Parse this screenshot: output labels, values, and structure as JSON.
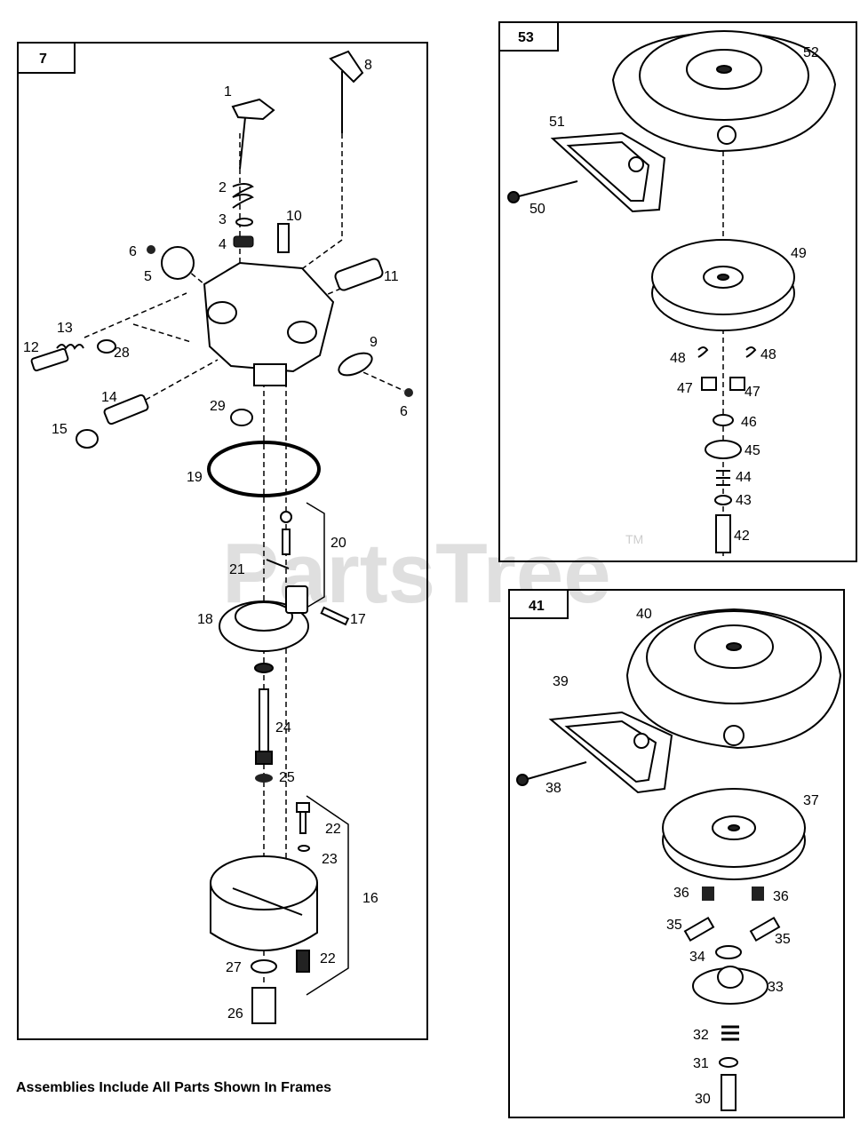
{
  "watermark": "PartsTree",
  "watermark_tm": "TM",
  "caption": "Assemblies Include All Parts Shown In Frames",
  "frames": {
    "carburetor": "7",
    "starter_upper": "53",
    "starter_lower": "41"
  },
  "callouts": {
    "c1": "1",
    "c2": "2",
    "c3": "3",
    "c4": "4",
    "c5": "5",
    "c6a": "6",
    "c6b": "6",
    "c8": "8",
    "c9": "9",
    "c10": "10",
    "c11": "11",
    "c12": "12",
    "c13": "13",
    "c14": "14",
    "c15": "15",
    "c16": "16",
    "c17": "17",
    "c18": "18",
    "c19": "19",
    "c20": "20",
    "c21": "21",
    "c22a": "22",
    "c22b": "22",
    "c23": "23",
    "c24": "24",
    "c25": "25",
    "c26": "26",
    "c27": "27",
    "c28": "28",
    "c29": "29",
    "c30": "30",
    "c31": "31",
    "c32": "32",
    "c33": "33",
    "c34": "34",
    "c35a": "35",
    "c35b": "35",
    "c36a": "36",
    "c36b": "36",
    "c37": "37",
    "c38": "38",
    "c39": "39",
    "c40": "40",
    "c42": "42",
    "c43": "43",
    "c44": "44",
    "c45": "45",
    "c46": "46",
    "c47a": "47",
    "c47b": "47",
    "c48a": "48",
    "c48b": "48",
    "c49": "49",
    "c50": "50",
    "c51": "51",
    "c52": "52"
  }
}
